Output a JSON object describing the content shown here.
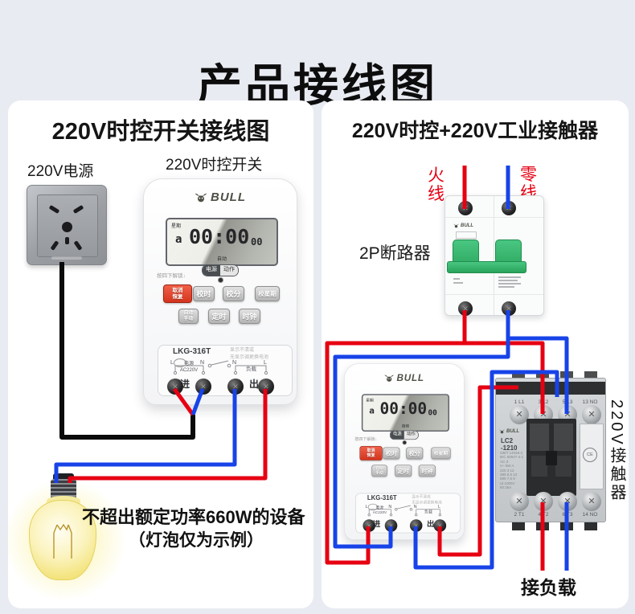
{
  "page": {
    "title": "产品接线图"
  },
  "left_panel": {
    "title": "220V时控开关接线图",
    "power_label": "220V电源",
    "switch_label": "220V时控开关",
    "load_note_line1": "不超出额定功率660W的设备",
    "load_note_line2": "（灯泡仅为示例）"
  },
  "right_panel": {
    "title": "220V时控+220V工业接触器",
    "live_label": "火\n线",
    "neutral_label": "零\n线",
    "breaker_label": "2P断路器",
    "contactor_side_label": "220V接触器",
    "load_label": "接负载"
  },
  "timer": {
    "brand": "BULL",
    "lcd": {
      "week": "星期",
      "day": "a",
      "time": "00:00",
      "seconds": "00",
      "mode": "自动"
    },
    "indicator_power": "电源",
    "indicator_action": "动作",
    "unlock_hint": "按四下解锁↓",
    "buttons": {
      "cancel": "取消\n恢复",
      "set_hour": "校时",
      "set_minute": "校分",
      "set_week": "校星期",
      "auto_manual": "自动\n手动",
      "timing": "定时",
      "clock": "时钟"
    },
    "model": "LKG-316T",
    "battery_note": "显示不清或\n无显示调更换电池",
    "terminals": {
      "l_in": "L",
      "n_in": "N",
      "n_out": "N",
      "l_out": "L",
      "power": "电源\nAC220V",
      "load": "负载",
      "in": "进",
      "out": "出"
    }
  },
  "breaker": {
    "brand": "BULL"
  },
  "contactor": {
    "brand": "BULL",
    "model_line1": "LC2",
    "model_line2": "-1210",
    "top_terminals": {
      "t1": "1 L1",
      "t2": "3 L2",
      "t3": "5 L3",
      "t4": "13 NO"
    },
    "bottom_terminals": {
      "t1": "2 T1",
      "t2": "4 T2",
      "t3": "6 T3",
      "t4": "14 NO"
    },
    "specs": "GB/T 14048.4\nIEC 60947-4-1\nAC-3\nV~  kW  A\n220  3  12\n380 5.5 12\n690 7.5  9\nUi:1000V\nIth:25A",
    "ce_mark": "CE"
  },
  "colors": {
    "live_wire": "#e60012",
    "neutral_wire": "#1743e8",
    "power_cord": "#0a0a0a",
    "breaker_green": "#2fb26a",
    "cancel_button_red": "#e8432b"
  }
}
